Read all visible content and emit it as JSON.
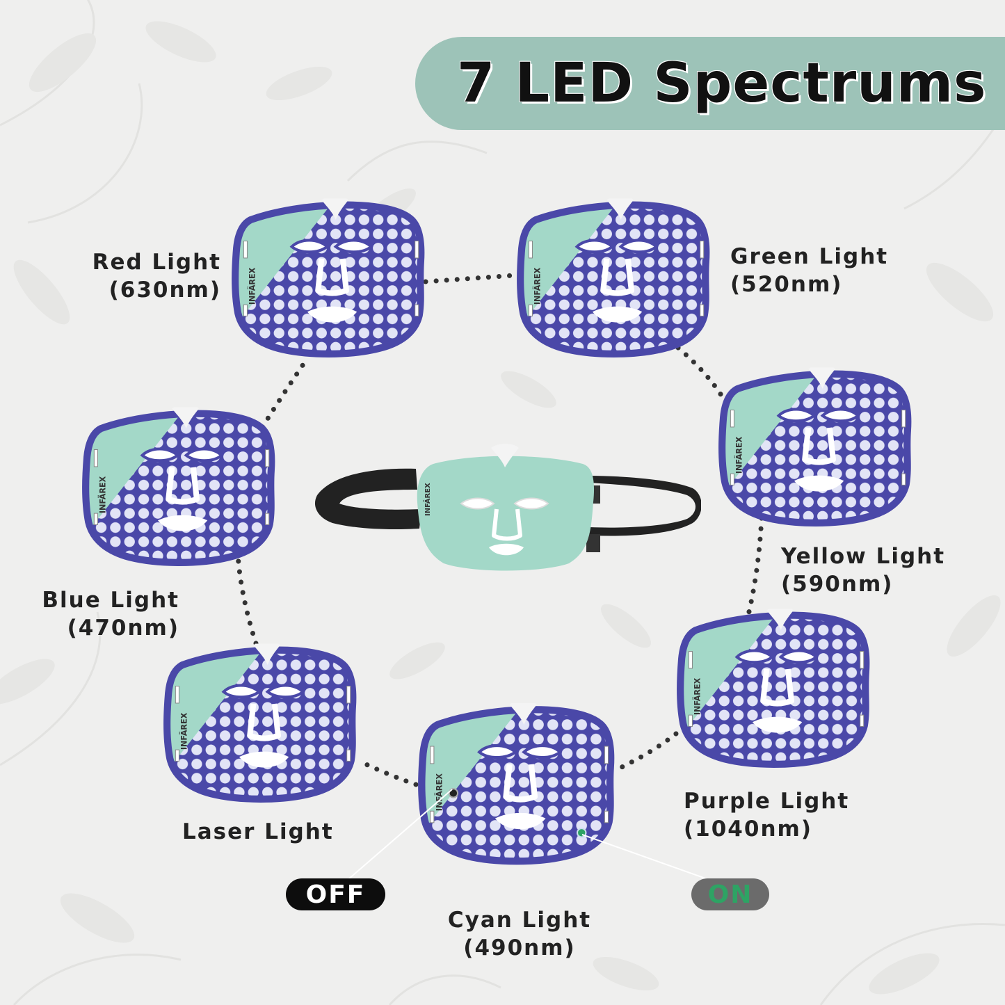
{
  "title": "7 LED Spectrums",
  "brand": "INFÄREX",
  "colors": {
    "banner": "#9dc3b8",
    "mask_blue": "#4a48a8",
    "mask_green": "#a3d8c8",
    "led_white": "#f3f5ff",
    "strap": "#222222",
    "on_text": "#2ea364",
    "off_bg": "#0d0d0d",
    "on_bg": "#6b6b6b"
  },
  "lights": [
    {
      "name": "Red Light",
      "wavelength": "(630nm)"
    },
    {
      "name": "Green Light",
      "wavelength": "(520nm)"
    },
    {
      "name": "Yellow Light",
      "wavelength": "(590nm)"
    },
    {
      "name": "Purple Light",
      "wavelength": "(1040nm)"
    },
    {
      "name": "Cyan Light",
      "wavelength": "(490nm)"
    },
    {
      "name": "Laser Light",
      "wavelength": ""
    },
    {
      "name": "Blue Light",
      "wavelength": "(470nm)"
    }
  ],
  "buttons": {
    "off_label": "OFF",
    "on_label": "ON"
  }
}
